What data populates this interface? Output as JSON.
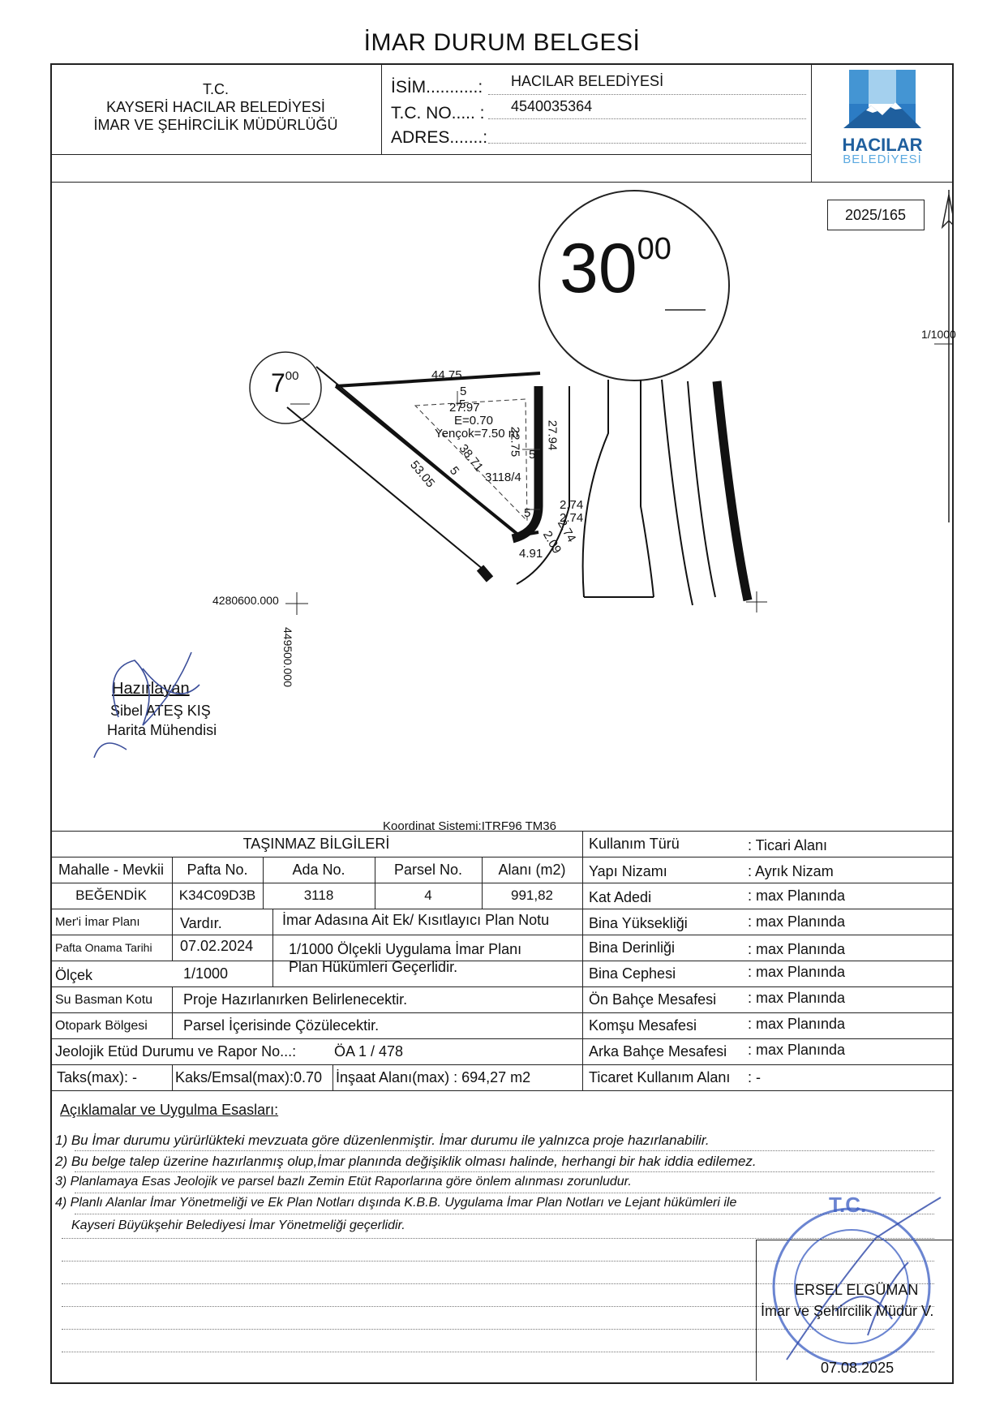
{
  "document_title": "İMAR DURUM BELGESİ",
  "header": {
    "issuer_lines": [
      "T.C.",
      "KAYSERİ HACILAR BELEDİYESİ",
      "İMAR VE ŞEHİRCİLİK MÜDÜRLÜĞÜ"
    ],
    "fields": [
      {
        "label": "İSİM...........:",
        "value": "HACILAR BELEDİYESİ"
      },
      {
        "label": "T.C. NO..... :",
        "value": "4540035364"
      },
      {
        "label": "ADRES.......:",
        "value": ""
      }
    ],
    "logo": {
      "text_top": "HACILAR",
      "text_bottom": "BELEDİYESİ",
      "color_blue": "#1f6fb5",
      "color_light": "#6ab0e0"
    }
  },
  "map": {
    "document_no": "2025/165",
    "scale": "1/1000",
    "road_width_large": {
      "main": "30",
      "sup": "00"
    },
    "road_width_small": {
      "main": "7",
      "sup": "00"
    },
    "dimensions": [
      "44.75",
      "5",
      "27.97",
      "E=0.70",
      "Yençok=7.50 m",
      "38.71",
      "5",
      "22.75",
      "3118/4",
      "27.94",
      "53.05",
      "5",
      "2.74",
      "2.74",
      "2.74",
      "2.09",
      "4.91",
      "5",
      "5"
    ],
    "coord_north": "4280600.000",
    "coord_east": "449500.000",
    "coordinate_system": "Koordinat Sistemi:ITRF96 TM36"
  },
  "prepared_by": {
    "heading": "Hazırlayan",
    "name": "Sibel ATEŞ KIŞ",
    "title": "Harita Mühendisi"
  },
  "property": {
    "section_title": "TAŞINMAZ BİLGİLERİ",
    "columns": [
      "Mahalle - Mevkii",
      "Pafta No.",
      "Ada No.",
      "Parsel No.",
      "Alanı (m2)"
    ],
    "values": [
      "BEĞENDİK",
      "K34C09D3B",
      "3118",
      "4",
      "991,82"
    ],
    "rows": [
      {
        "label": "Mer'i İmar Planı",
        "value": "Vardır.",
        "note": "İmar Adasına Ait Ek/ Kısıtlayıcı Plan Notu"
      },
      {
        "label": "Pafta Onama Tarihi",
        "value": "07.02.2024",
        "note": "1/1000 Ölçekli Uygulama İmar Planı"
      },
      {
        "label": "Ölçek",
        "value": "1/1000",
        "note": "Plan Hükümleri Geçerlidir."
      },
      {
        "label": "Su Basman Kotu",
        "value": "Proje Hazırlanırken Belirlenecektir."
      },
      {
        "label": "Otopark Bölgesi",
        "value": "Parsel İçerisinde Çözülecektir."
      }
    ],
    "geology_label": "Jeolojik Etüd Durumu ve Rapor No...:",
    "geology_value": "ÖA 1 / 478",
    "taks": "Taks(max): -",
    "kaks": "Kaks/Emsal(max):0.70",
    "insaat": "İnşaat Alanı(max) : 694,27 m2"
  },
  "usage": [
    {
      "label": "Kullanım Türü",
      "value": ": Ticari Alanı"
    },
    {
      "label": "Yapı Nizamı",
      "value": ": Ayrık Nizam"
    },
    {
      "label": "Kat Adedi",
      "value": ": max  Planında"
    },
    {
      "label": "Bina Yüksekliği",
      "value": ": max  Planında"
    },
    {
      "label": "Bina Derinliği",
      "value": ": max  Planında"
    },
    {
      "label": "Bina Cephesi",
      "value": ": max  Planında"
    },
    {
      "label": "Ön Bahçe Mesafesi",
      "value": ": max  Planında"
    },
    {
      "label": "Komşu Mesafesi",
      "value": ": max  Planında"
    },
    {
      "label": "Arka Bahçe Mesafesi",
      "value": ": max  Planında"
    },
    {
      "label": "Ticaret Kullanım Alanı",
      "value": ":  -"
    }
  ],
  "notes": {
    "title": "Açıklamalar ve Uygulma Esasları:",
    "items": [
      "1) Bu İmar durumu yürürlükteki mevzuata göre düzenlenmiştir. İmar durumu ile yalnızca proje  hazırlanabilir.",
      "2) Bu belge talep üzerine hazırlanmış olup,İmar  planında değişiklik olması halinde, herhangi bir  hak iddia edilemez.",
      "3) Planlamaya Esas Jeolojik ve parsel bazlı Zemin Etüt Raporlarına göre önlem alınması zorunludur.",
      "4)  Planlı Alanlar İmar Yönetmeliği ve Ek Plan Notları  dışında K.B.B. Uygulama İmar Plan Notları ve Lejant hükümleri ile"
    ],
    "continuation": "Kayseri Büyükşehir Belediyesi İmar Yönetmeliği geçerlidir."
  },
  "approval": {
    "name": "ERSEL ELGÜMAN",
    "title": "İmar ve Şehircilik Müdür V.",
    "date": "07.08.2025",
    "stamp_text": "T.C."
  }
}
